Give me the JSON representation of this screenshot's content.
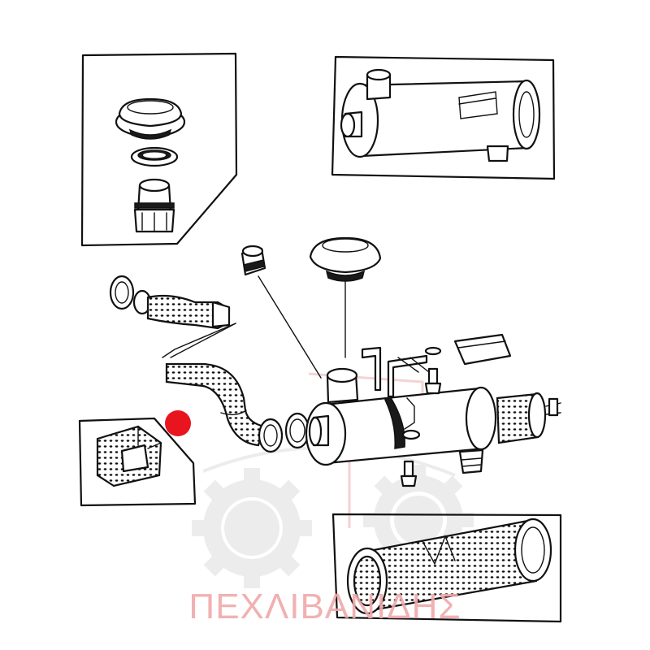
{
  "watermark": {
    "text": "ΠΕΧΛΙΒΑΝΙΔΗΣ",
    "color": "#f0a9a9",
    "icon": "gear-logo-icon"
  },
  "marker": {
    "color": "#e8141e",
    "icon": "red-dot-marker"
  },
  "parts": [
    "cap-assembly-detail",
    "air-cleaner-housing-detail",
    "vacuator-valve",
    "top-cap",
    "intake-hose",
    "elbow-hose",
    "hose-clamp",
    "air-cleaner-body",
    "mounting-bracket",
    "filter-element",
    "rubber-seal-detail"
  ]
}
